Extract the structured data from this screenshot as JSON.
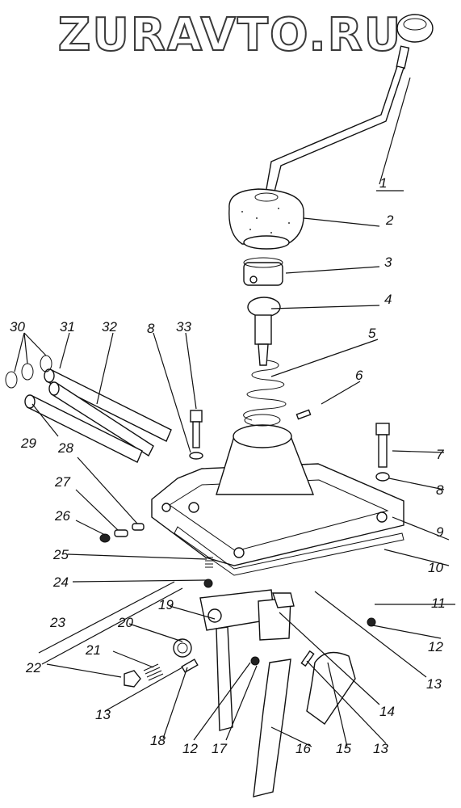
{
  "watermark": "ZURAVTO.RU",
  "callouts": [
    "1",
    "2",
    "3",
    "4",
    "5",
    "6",
    "7",
    "8",
    "8",
    "9",
    "10",
    "11",
    "12",
    "12",
    "13",
    "13",
    "13",
    "14",
    "15",
    "16",
    "17",
    "18",
    "19",
    "20",
    "21",
    "22",
    "23",
    "24",
    "25",
    "26",
    "27",
    "28",
    "29",
    "30",
    "31",
    "32",
    "33"
  ]
}
